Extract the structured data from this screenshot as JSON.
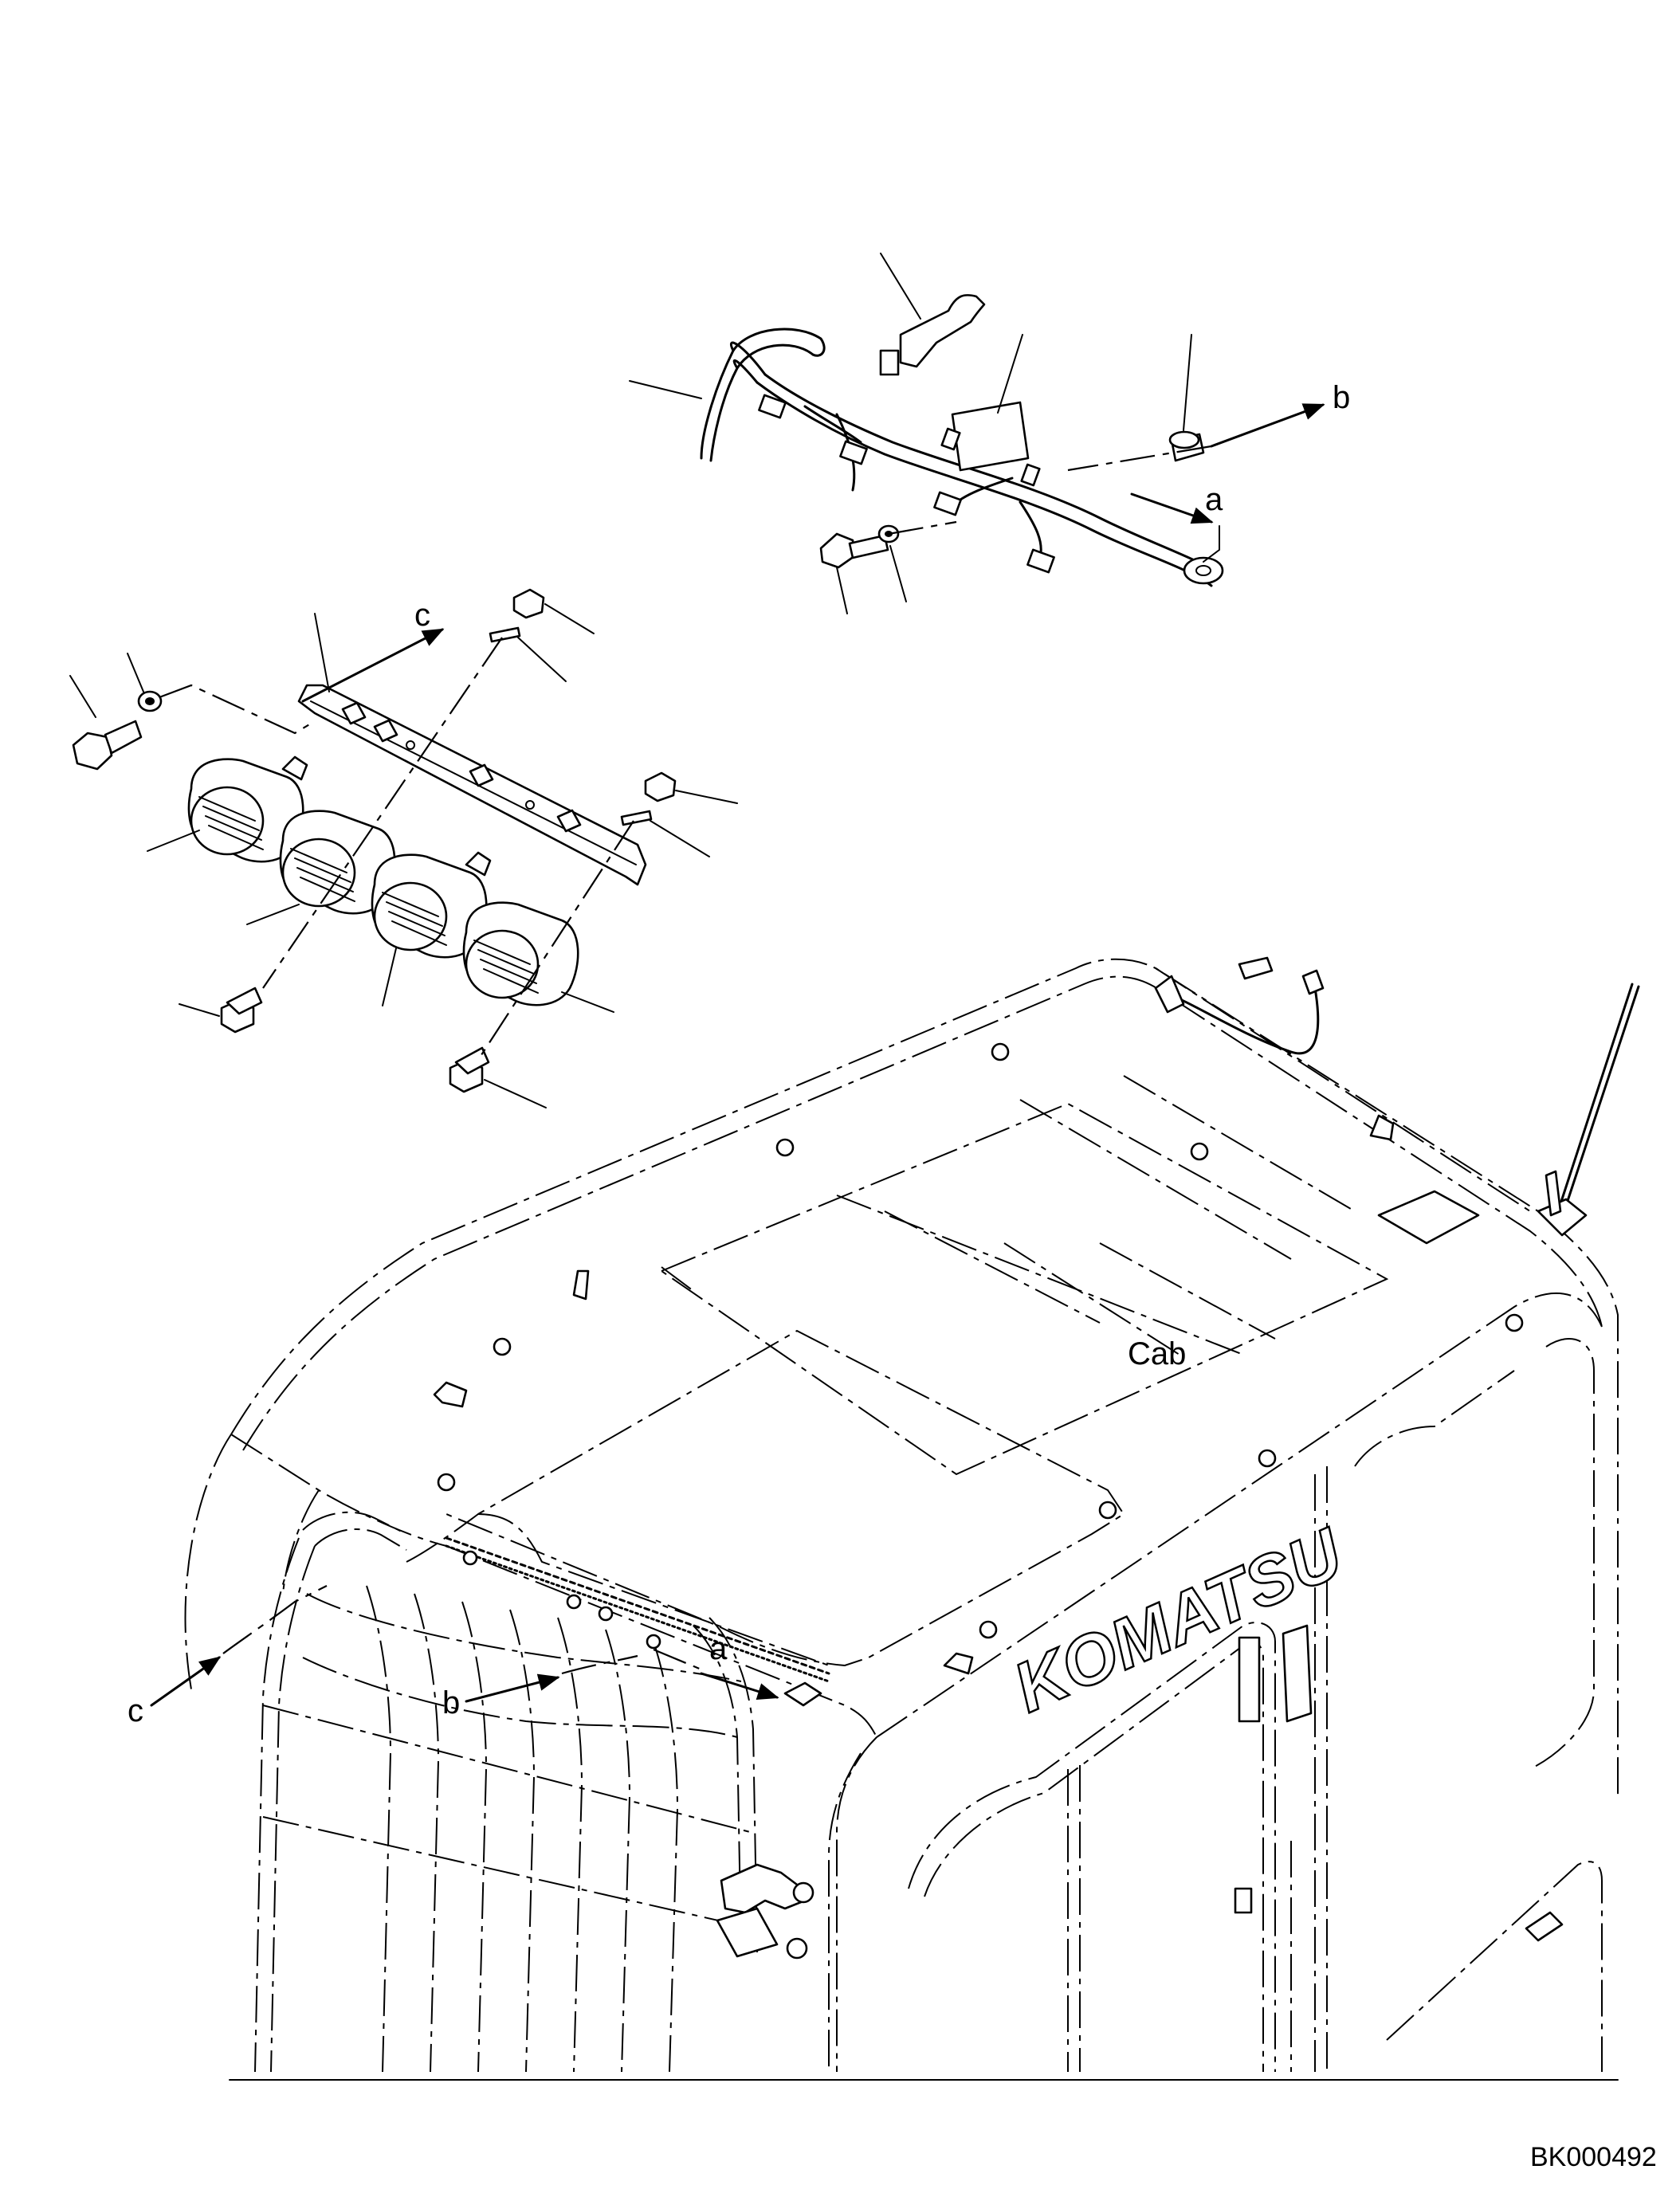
{
  "labels": {
    "harness_a": "a",
    "harness_b": "b",
    "bracket_c": "c",
    "cab_a": "a",
    "cab_b": "b",
    "cab_c": "c",
    "cab": "Cab",
    "brand": "KOMATSU"
  },
  "drawing_code": "BK000492"
}
